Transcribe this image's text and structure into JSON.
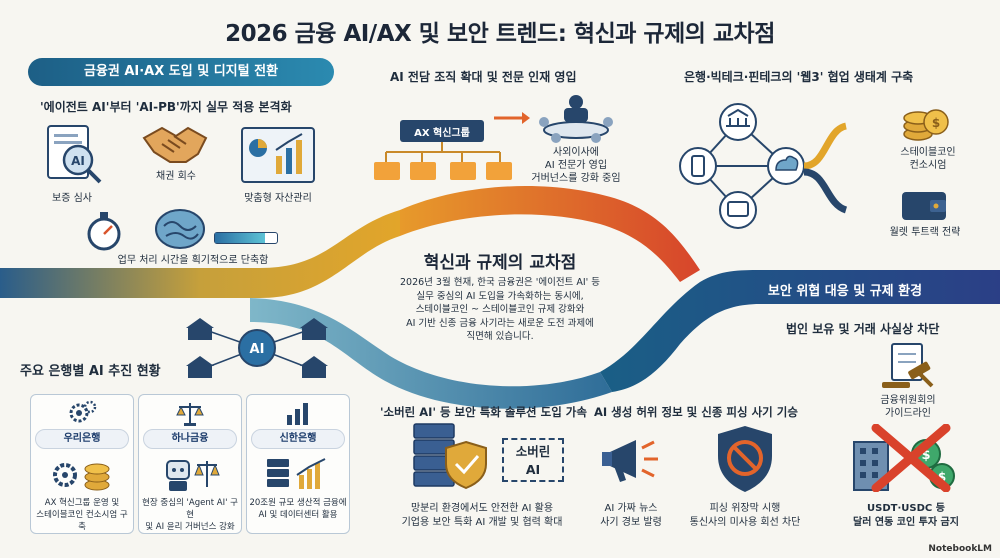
{
  "title": "2026 금융 AI/AX 및 보안 트렌드: 혁신과 규제의 교차점",
  "left_top": {
    "pill": "금융권 AI·AX 도입 및 디지털 전환",
    "subtitle": "'에이전트 AI'부터 'AI-PB'까지 실무 적용 본격화",
    "items": {
      "insurance": "보증 심사",
      "collection": "채권 회수",
      "wealth": "맞춤형 자산관리",
      "time": "업무 처리 시간을 획기적으로 단축함"
    }
  },
  "middle_top": {
    "subtitle": "AI 전담 조직 확대 및 전문 인재 영입",
    "org_label": "AX 혁신그룹",
    "desc": [
      "사외이사에",
      "AI 전문가 영입",
      "거버넌스를 강화 중임"
    ]
  },
  "right_top": {
    "subtitle": "은행·빅테크·핀테크의 '웹3' 협업 생태계 구축",
    "stablecoin": [
      "스테이블코인",
      "컨소시엄"
    ],
    "wallet": "월렛 투트랙 전략"
  },
  "center": {
    "title": "혁신과 규제의 교차점",
    "text": [
      "2026년 3월 현재, 한국 금융권은 '에이전트 AI' 등",
      "실무 중심의 AI 도입을 가속화하는 동시에,",
      "스테이블코인 ~ 스테이블코인 규제 강화와",
      "AI 기반 신종 금융 사기라는 새로운 도전 과제에",
      "직면해 있습니다."
    ]
  },
  "right_band": "보안 위협 대응 및 규제 환경",
  "banks": {
    "title": "주요 은행별 AI 추진 현황",
    "items": [
      {
        "name": "우리은행",
        "desc": [
          "AX 혁신그룹 운영 및",
          "스테이블코인 컨소시엄 구축"
        ]
      },
      {
        "name": "하나금융",
        "desc": [
          "현장 중심의 'Agent AI' 구현",
          "및 AI 윤리 거버넌스 강화"
        ]
      },
      {
        "name": "신한은행",
        "desc": [
          "20조원 규모 생산적 금융에",
          "AI 및 데이터센터 활용"
        ]
      }
    ]
  },
  "sovereign": {
    "subtitle": "'소버린 AI' 등 보안 특화 솔루션 도입 가속",
    "box": [
      "소버린",
      "AI"
    ],
    "desc": [
      "망분리 환경에서도 안전한 AI 활용",
      "기업용 보안 특화 AI 개발 및 협력 확대"
    ]
  },
  "fraud": {
    "subtitle": "AI 생성 허위 정보 및 신종 피싱 사기 기승",
    "news": [
      "AI 가짜 뉴스",
      "사기 경보 발령"
    ],
    "phishing": [
      "피싱 위장막 시행",
      "통신사의 미사용 회선 차단"
    ]
  },
  "corporate": {
    "subtitle": "법인 보유 및 거래 사실상 차단",
    "guideline": [
      "금융위원회의",
      "가이드라인"
    ],
    "ban": [
      "USDT·USDC 등",
      "달러 연동 코인 투자 금지"
    ]
  },
  "footer": "NotebookLM",
  "colors": {
    "gold": "#d9a92b",
    "orange": "#e2642b",
    "navy": "#1f3f7a",
    "teal": "#1d6d8f"
  }
}
